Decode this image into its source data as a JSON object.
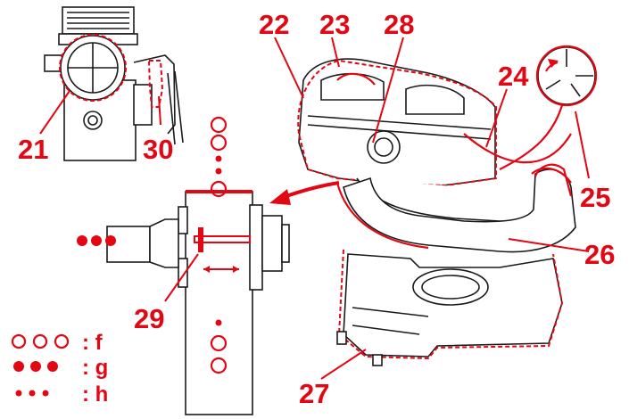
{
  "labels": {
    "n21": "21",
    "n22": "22",
    "n23": "23",
    "n24": "24",
    "n25": "25",
    "n26": "26",
    "n27": "27",
    "n28": "28",
    "n29": "29",
    "n30": "30"
  },
  "legend": [
    {
      "symbol": "open-circles",
      "label": ": f"
    },
    {
      "symbol": "large-dots",
      "label": ": g"
    },
    {
      "symbol": "small-dots",
      "label": ": h"
    }
  ],
  "colors": {
    "accent": "#e30613",
    "linework": "#1a1a1a",
    "background": "#ffffff"
  }
}
